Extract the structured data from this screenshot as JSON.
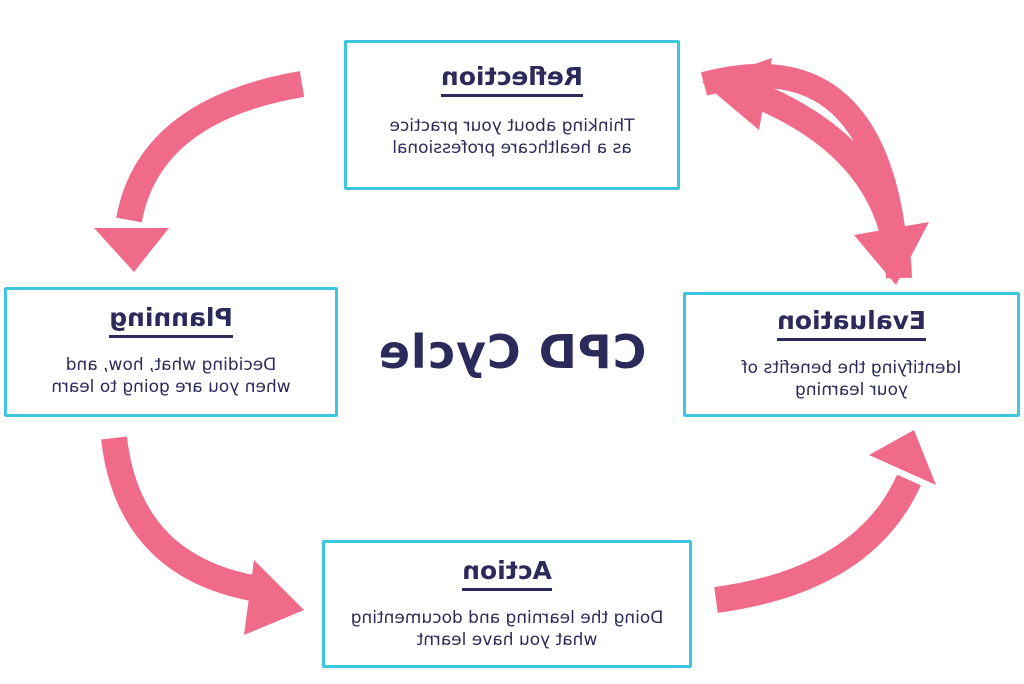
{
  "diagram": {
    "center_title": "CPD Cycle",
    "mirrored": true,
    "colors": {
      "box_border": "#3fc6df",
      "text": "#2c2a5a",
      "arrow": "#f06a8a",
      "background": "#ffffff"
    },
    "stages": [
      {
        "key": "reflection",
        "title": "Reflection",
        "desc_lines": [
          "Thinking about your practice",
          "as a healthcare professional"
        ]
      },
      {
        "key": "planning",
        "title": "Planning",
        "desc_lines": [
          "Deciding what, how, and",
          "when you are going to learn"
        ]
      },
      {
        "key": "action",
        "title": "Action",
        "desc_lines": [
          "Doing the learning and documenting",
          "what you have learnt"
        ]
      },
      {
        "key": "evaluation",
        "title": "Evaluation",
        "desc_lines": [
          "Identifying the benefits of",
          "your learning"
        ]
      }
    ]
  }
}
